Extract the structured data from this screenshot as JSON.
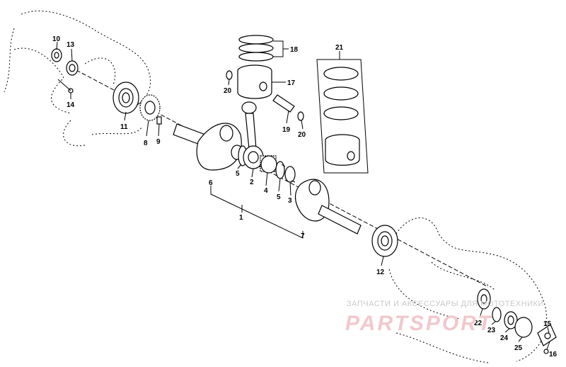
{
  "diagram": {
    "callouts": {
      "p1": "1",
      "p2": "2",
      "p3": "3",
      "p4": "4",
      "p5a": "5",
      "p5b": "5",
      "p6": "6",
      "p7": "7",
      "p8": "8",
      "p9": "9",
      "p10": "10",
      "p11": "11",
      "p12": "12",
      "p13": "13",
      "p14": "14",
      "p15": "15",
      "p16": "16",
      "p17": "17",
      "p18": "18",
      "p19": "19",
      "p20a": "20",
      "p20b": "20",
      "p21": "21",
      "p22": "22",
      "p23": "23",
      "p24": "24",
      "p25": "25"
    }
  },
  "watermark": {
    "tagline": "ЗАПЧАСТИ И АКСЕССУАРЫ ДЛЯ МОТОТЕХНИКИ",
    "logo": "PARTSPORT"
  }
}
